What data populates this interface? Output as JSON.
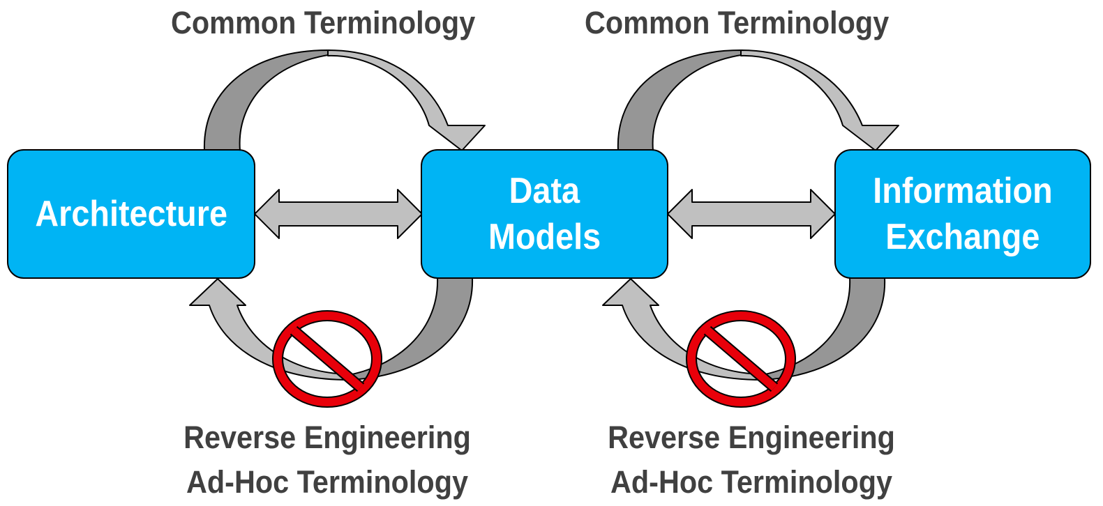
{
  "diagram": {
    "nodes": [
      {
        "id": "architecture",
        "lines": [
          "Architecture"
        ]
      },
      {
        "id": "data-models",
        "lines": [
          "Data",
          "Models"
        ]
      },
      {
        "id": "information-exchange",
        "lines": [
          "Information",
          "Exchange"
        ]
      }
    ],
    "top_labels": [
      "Common Terminology",
      "Common Terminology"
    ],
    "bottom_labels": [
      {
        "line1": "Reverse Engineering",
        "line2": "Ad-Hoc Terminology"
      },
      {
        "line1": "Reverse Engineering",
        "line2": "Ad-Hoc Terminology"
      }
    ],
    "colors": {
      "box_fill": "#00b4f4",
      "box_text": "#ffffff",
      "arrow_light": "#c0c0c0",
      "arrow_dark": "#969696",
      "label_text": "#404040",
      "prohibited_sign": "#e8000a"
    },
    "icons": [
      "double-arrow",
      "curved-arrow",
      "prohibited-sign-icon"
    ]
  }
}
